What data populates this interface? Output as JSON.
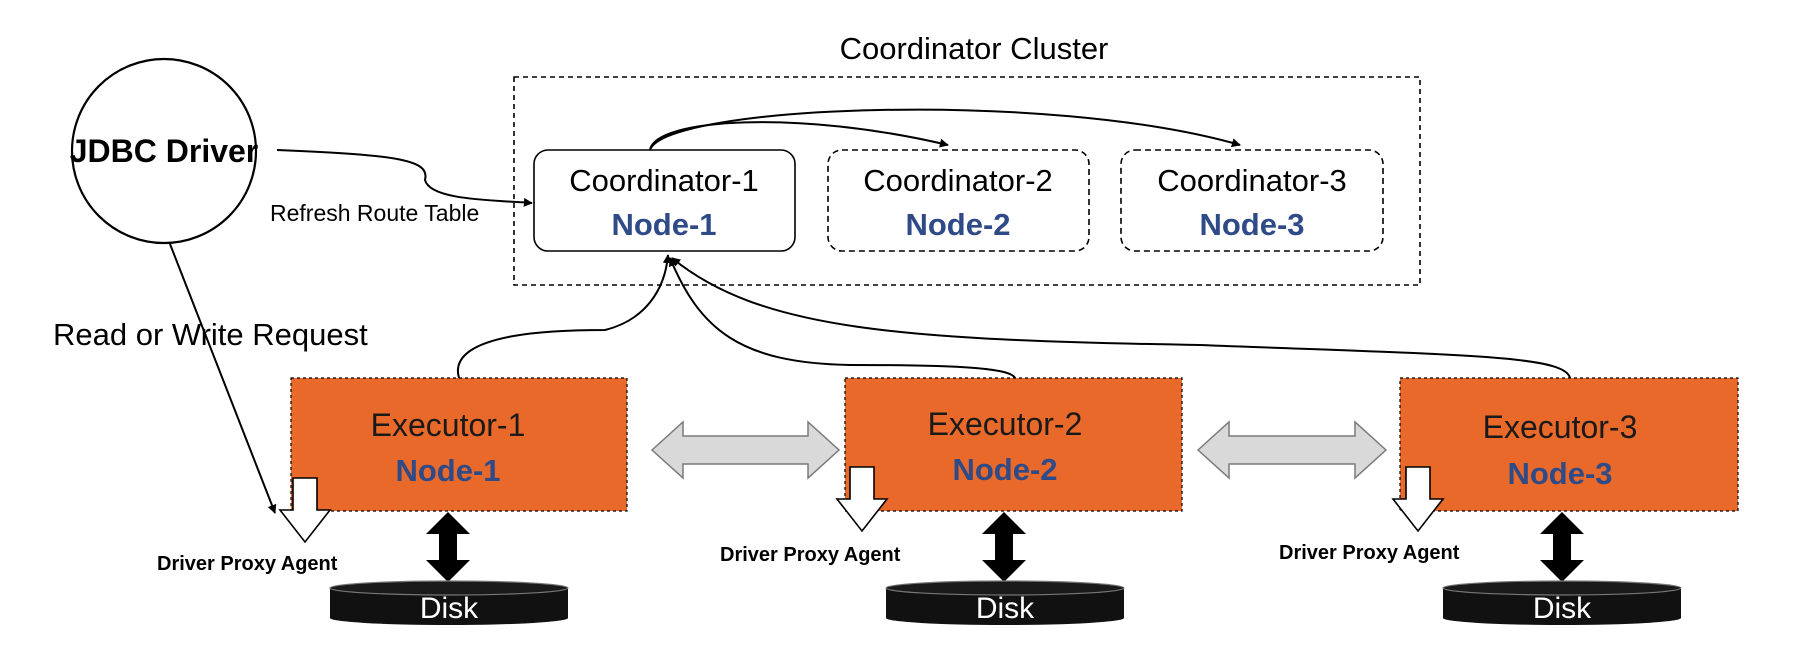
{
  "cluster": {
    "title": "Coordinator Cluster"
  },
  "driver": {
    "label": "JDBC Driver"
  },
  "labels": {
    "refresh": "Refresh Route Table",
    "request": "Read or Write Request"
  },
  "coordinators": [
    {
      "name": "Coordinator-1",
      "node": "Node-1"
    },
    {
      "name": "Coordinator-2",
      "node": "Node-2"
    },
    {
      "name": "Coordinator-3",
      "node": "Node-3"
    }
  ],
  "executors": [
    {
      "name": "Executor-1",
      "node": "Node-1",
      "proxy": "Driver Proxy Agent",
      "disk": "Disk"
    },
    {
      "name": "Executor-2",
      "node": "Node-2",
      "proxy": "Driver Proxy Agent",
      "disk": "Disk"
    },
    {
      "name": "Executor-3",
      "node": "Node-3",
      "proxy": "Driver Proxy Agent",
      "disk": "Disk"
    }
  ],
  "colors": {
    "executor_fill": "#e8692a",
    "node_text": "#2e4a87",
    "disk_fill": "#111111",
    "exchange_arrow": "#d9d9d9"
  }
}
